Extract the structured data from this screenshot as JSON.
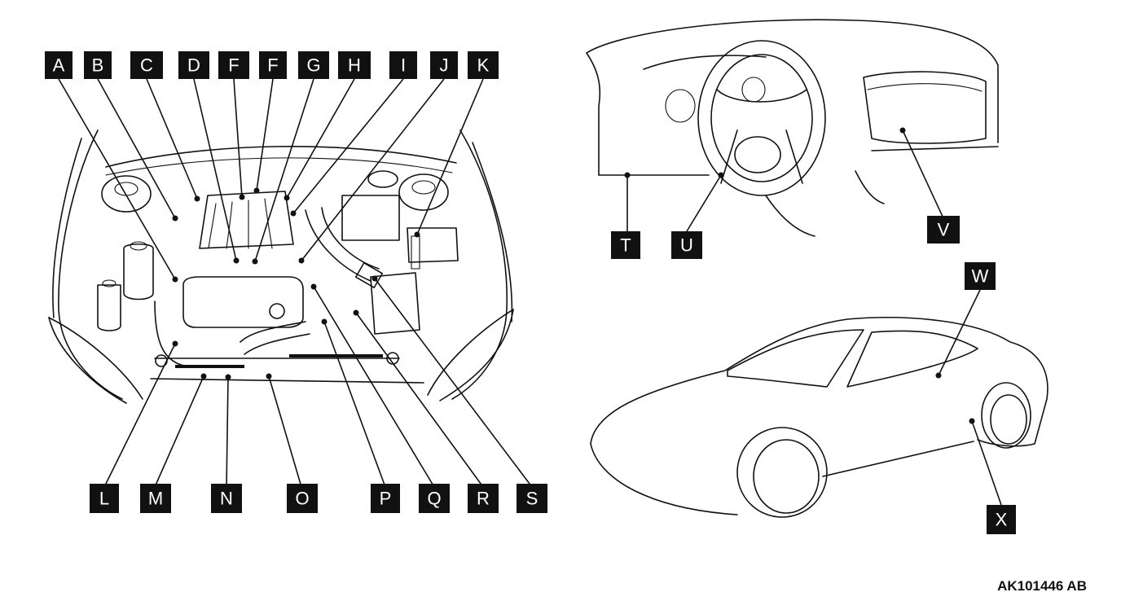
{
  "figure_id": "AK101446 AB",
  "callouts": {
    "A": "A",
    "B": "B",
    "C": "C",
    "D": "D",
    "E": "F",
    "F": "F",
    "G": "G",
    "H": "H",
    "I": "I",
    "J": "J",
    "K": "K",
    "L": "L",
    "M": "M",
    "N": "N",
    "O": "O",
    "P": "P",
    "Q": "Q",
    "R": "R",
    "S": "S",
    "T": "T",
    "U": "U",
    "V": "V",
    "W": "W",
    "X": "X"
  },
  "colors": {
    "ink": "#111111",
    "paper": "#ffffff"
  }
}
